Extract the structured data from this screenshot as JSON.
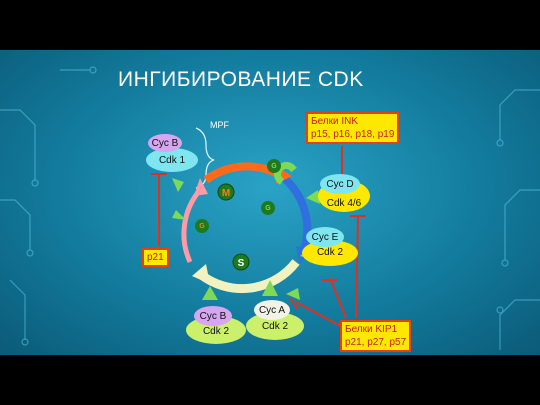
{
  "slide": {
    "title": "ИНГИБИРОВАНИЕ CDK",
    "mpf_label": "MPF",
    "complexes": {
      "cycB_cdk1": {
        "cyc": "Cyc B",
        "cdk": "Cdk 1"
      },
      "cycD_cdk46": {
        "cyc": "Cyc D",
        "cdk": "Cdk 4/6"
      },
      "cycE_cdk2": {
        "cyc": "Cyc E",
        "cdk": "Cdk 2"
      },
      "cycA_cdk2": {
        "cyc": "Cyc A",
        "cdk": "Cdk 2"
      },
      "cycB_cdk2": {
        "cyc": "Cyc B",
        "cdk": "Cdk 2"
      }
    },
    "phases": {
      "m": "M",
      "s": "S",
      "g": "G"
    },
    "inhibitors": {
      "ink_line1": "Белки INK",
      "ink_line2": "p15, p16, p18, p19",
      "kip_line1": "Белки KIP1",
      "kip_line2": "p21, p27, p57",
      "p21": "p21"
    },
    "colors": {
      "background": "#1a8db4",
      "box_fill": "#ffe800",
      "box_border": "#e8400a",
      "inhibit_line": "#e03020",
      "arrow_green": "#7ed957"
    }
  }
}
